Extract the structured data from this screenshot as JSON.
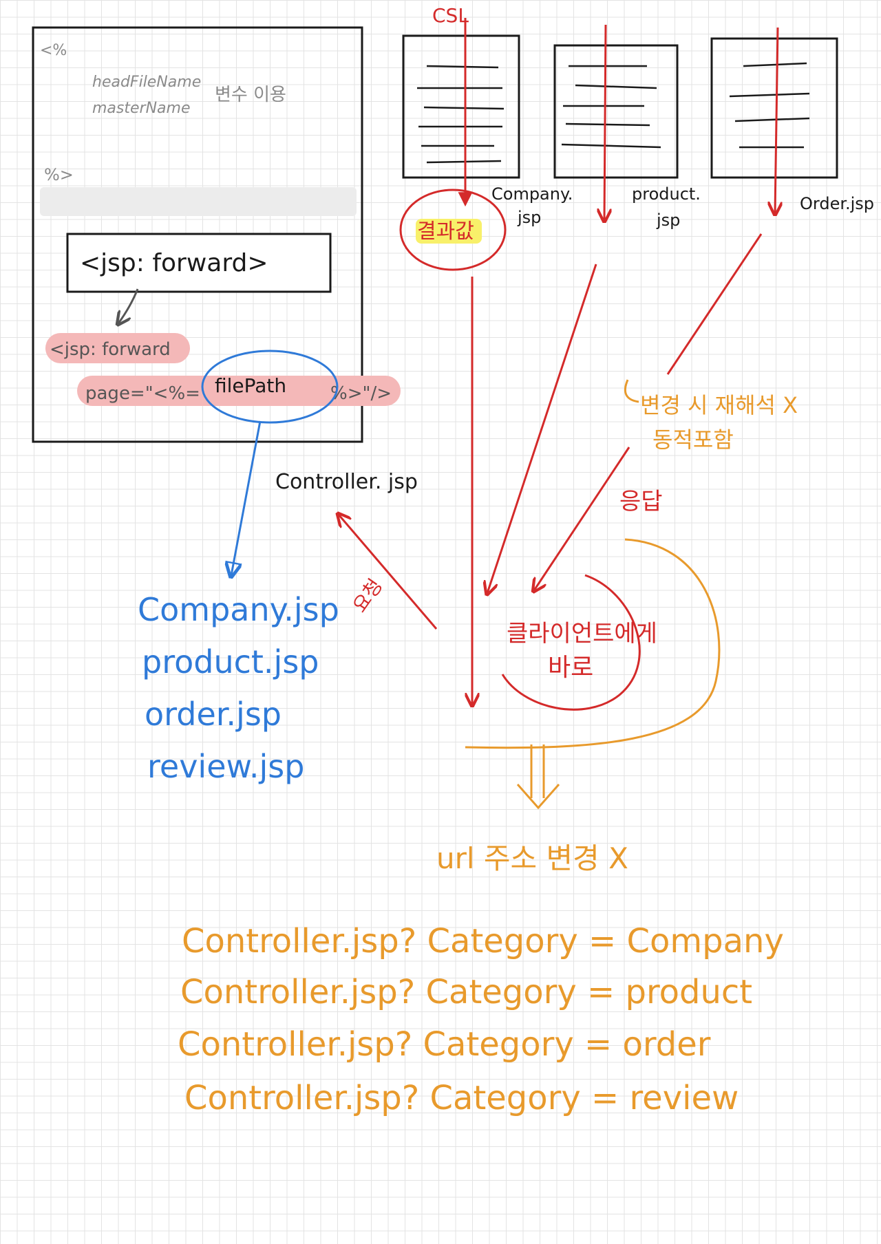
{
  "jsp_box": {
    "open_tag": "<%",
    "var1": "headFileName",
    "var2": "masterName",
    "var_note": "변수 이용",
    "close_tag": "%>",
    "forward_tag": "<jsp: forward>",
    "forward_open": "<jsp: forward",
    "page_attr_prefix": "page=\"<%=",
    "page_attr_var": "filePath",
    "page_attr_suffix": "%>\"/>"
  },
  "top": {
    "csl_label": "CSL",
    "result_label": "결과값",
    "company_label_1": "Company.",
    "company_label_2": "jsp",
    "product_label_1": "product.",
    "product_label_2": "jsp",
    "order_label": "Order.jsp"
  },
  "center": {
    "controller_label": "Controller. jsp",
    "request_label": "요청",
    "response_label": "응답",
    "client_line1": "클라이언트에게",
    "client_line2": "바로"
  },
  "notes": {
    "change_note_line1": "변경 시 재해석 X",
    "change_note_line2": "동적포함",
    "url_note": "url 주소 변경 X"
  },
  "file_list": [
    "Company.jsp",
    "product.jsp",
    "order.jsp",
    "review.jsp"
  ],
  "urls": [
    "Controller.jsp? Category = Company",
    "Controller.jsp? Category = product",
    "Controller.jsp? Category = order",
    "Controller.jsp? Category = review"
  ],
  "colors": {
    "red": "#d42a2a",
    "blue": "#2f7ad8",
    "orange": "#e89a2c",
    "black": "#1a1a1a",
    "gray": "#8a8a8a",
    "pink": "#f4b8b8",
    "yellow": "#f8f06a"
  }
}
